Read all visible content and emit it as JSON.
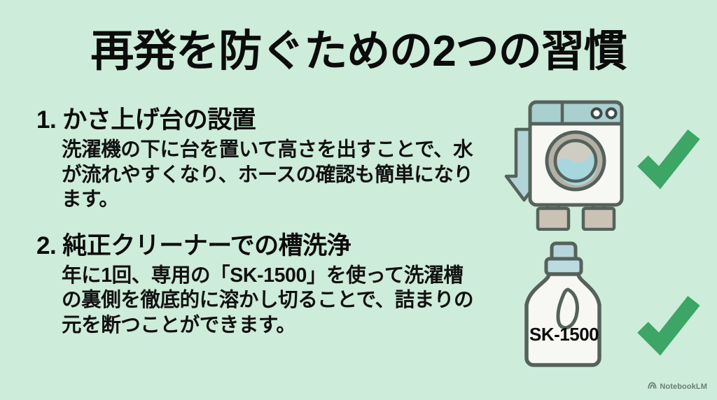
{
  "slide": {
    "background_color": "#cdecd9",
    "title": "再発を防ぐための2つの習慣"
  },
  "sections": [
    {
      "number": "1.",
      "heading": "かさ上げ台の設置",
      "body": "洗濯機の下に台を置いて高さを出すことで、水が流れやすくなり、ホースの確認も簡単になります。"
    },
    {
      "number": "2.",
      "heading": "純正クリーナーでの槽洗浄",
      "body": "年に1回、専用の「SK-1500」を使って洗濯槽の裏側を徹底的に溶かし切ることで、詰まりの元を断つことができます。"
    }
  ],
  "illustrations": {
    "washing_machine": {
      "icon": "washing-machine-icon",
      "arrow_icon": "down-arrow-icon",
      "check_icon": "green-check-icon",
      "body_color": "#f7f8f4",
      "panel_color": "#a9cfce",
      "outline_color": "#4f5a54",
      "drum_ring_color": "#b4b0a6",
      "water_color": "#a8d6dd",
      "pedestal_color": "#cbc2b6",
      "arrow_color": "#b2d4d6",
      "check_color": "#3da565"
    },
    "detergent_bottle": {
      "icon": "detergent-bottle-icon",
      "check_icon": "green-check-icon",
      "label": "SK-1500",
      "bottle_color": "#f7f8f4",
      "cap_color": "#b6d6dc",
      "outline_color": "#4f5a54",
      "check_color": "#3da565"
    }
  },
  "watermark": {
    "icon": "notebooklm-logo-icon",
    "text": "NotebookLM"
  }
}
